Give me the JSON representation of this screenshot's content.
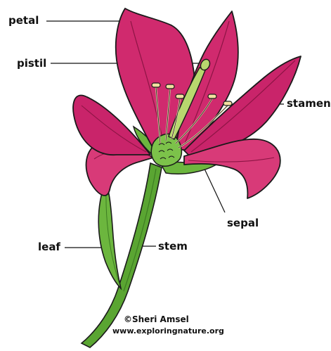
{
  "labels": {
    "petal": "petal",
    "pistil": "pistil",
    "stamen": "stamen",
    "sepal": "sepal",
    "leaf": "leaf",
    "stem": "stem"
  },
  "credit": {
    "copyright": "©Sheri Amsel",
    "website": "www.exploringnature.org"
  },
  "colors": {
    "petal": "#d02a6e",
    "petal_shade": "#a81a52",
    "stem": "#5aa532",
    "stem_dark": "#3d7d22",
    "pistil": "#b8d86e",
    "anther": "#f3e0a0",
    "outline": "#1a1a1a"
  }
}
